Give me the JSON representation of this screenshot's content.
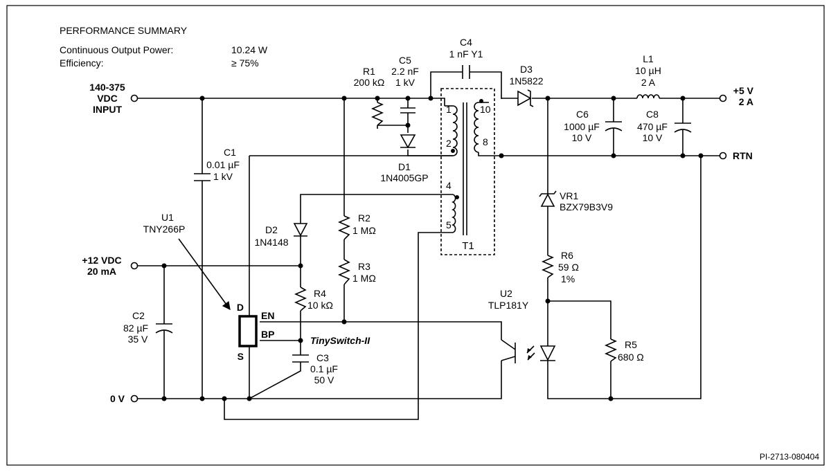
{
  "summary": {
    "heading": "PERFORMANCE SUMMARY",
    "rows": [
      {
        "label": "Continuous Output Power:",
        "value": "10.24 W"
      },
      {
        "label": "Efficiency:",
        "value": "≥ 75%"
      }
    ]
  },
  "terminals": {
    "input": [
      "140-375",
      "VDC",
      "INPUT"
    ],
    "aux": [
      "+12 VDC",
      "20 mA"
    ],
    "zero": "0 V",
    "out": [
      "+5 V",
      "2 A"
    ],
    "rtn": "RTN"
  },
  "components": {
    "c1": [
      "C1",
      "0.01 µF",
      "1 kV"
    ],
    "c2": [
      "C2",
      "82 µF",
      "35 V"
    ],
    "c3": [
      "C3",
      "0.1 µF",
      "50 V"
    ],
    "c4": [
      "C4",
      "1 nF Y1"
    ],
    "c5": [
      "C5",
      "2.2 nF",
      "1 kV"
    ],
    "c6": [
      "C6",
      "1000 µF",
      "10 V"
    ],
    "c8": [
      "C8",
      "470 µF",
      "10 V"
    ],
    "r1": [
      "R1",
      "200 kΩ"
    ],
    "r2": [
      "R2",
      "1 MΩ"
    ],
    "r3": [
      "R3",
      "1 MΩ"
    ],
    "r4": [
      "R4",
      "10 kΩ"
    ],
    "r5": [
      "R5",
      "680 Ω"
    ],
    "r6": [
      "R6",
      "59 Ω",
      "1%"
    ],
    "d1": [
      "D1",
      "1N4005GP"
    ],
    "d2": [
      "D2",
      "1N4148"
    ],
    "d3": [
      "D3",
      "1N5822"
    ],
    "vr1": [
      "VR1",
      "BZX79B3V9"
    ],
    "l1": [
      "L1",
      "10 µH",
      "2 A"
    ],
    "u1": [
      "U1",
      "TNY266P"
    ],
    "u2": [
      "U2",
      "TLP181Y"
    ],
    "t1": "T1"
  },
  "u1_pins": {
    "d": "D",
    "s": "S",
    "en": "EN",
    "bp": "BP"
  },
  "t1_pins": {
    "p1": "1",
    "p2": "2",
    "p4": "4",
    "p5": "5",
    "p8": "8",
    "p10": "10"
  },
  "chip_family": "TinySwitch-II",
  "part_number": "PI-2713-080404"
}
